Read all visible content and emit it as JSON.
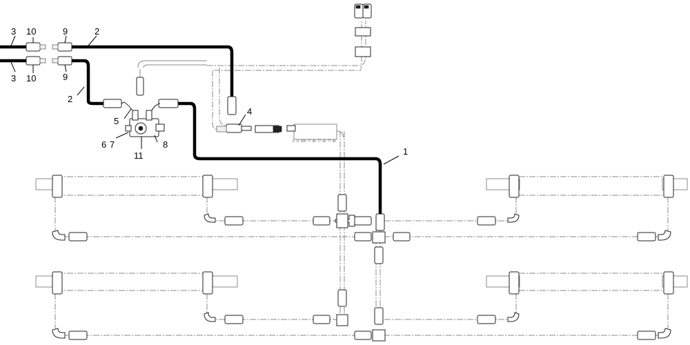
{
  "callouts": {
    "c1": "1",
    "c2a": "2",
    "c2b": "2",
    "c3a": "3",
    "c3b": "3",
    "c4": "4",
    "c5": "5",
    "c6": "6",
    "c7": "7",
    "c8": "8",
    "c9a": "9",
    "c9b": "9",
    "c10a": "10",
    "c10b": "10",
    "c11": "11"
  },
  "colors": {
    "hose": "#000000",
    "phantom": "#8a8a8a",
    "background": "#ffffff"
  }
}
